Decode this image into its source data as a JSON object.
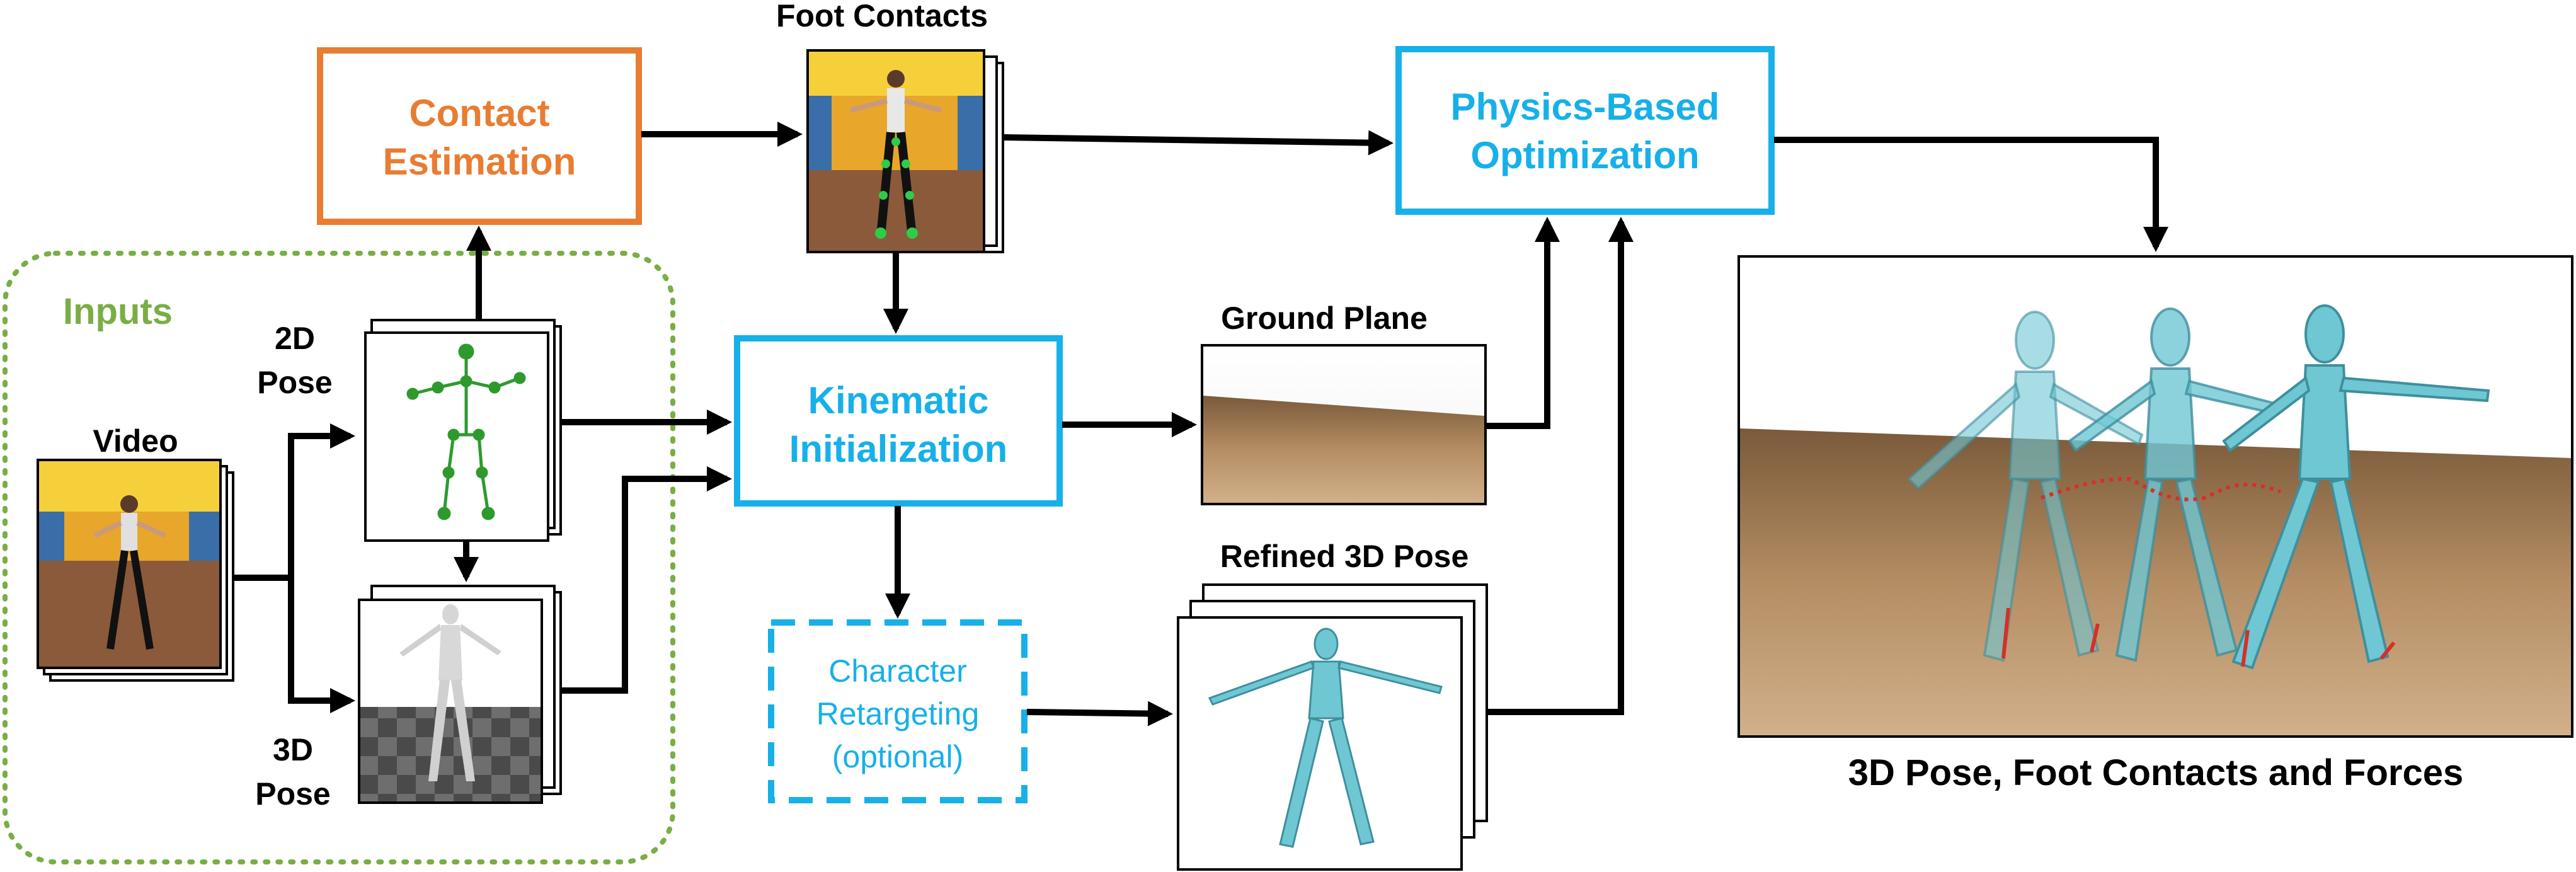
{
  "colors": {
    "orange": "#E87D32",
    "blue": "#17B0E8",
    "green": "#7AAE45",
    "arrow": "#000000",
    "figure": "#6FC7D4",
    "contact": "#D4302A",
    "pose2d": "#2E9A2E"
  },
  "nodes": {
    "contact_estimation": [
      "Contact",
      "Estimation"
    ],
    "physics_optimization": [
      "Physics-Based",
      "Optimization"
    ],
    "kinematic_init": [
      "Kinematic",
      "Initialization"
    ],
    "character_retargeting": [
      "Character",
      "Retargeting",
      "(optional)"
    ]
  },
  "inputs": {
    "group_title": "Inputs",
    "video": "Video",
    "pose2d": [
      "2D",
      "Pose"
    ],
    "pose3d": [
      "3D",
      "Pose"
    ]
  },
  "thumbnails": {
    "foot_contacts": "Foot Contacts",
    "ground_plane": "Ground Plane",
    "refined_3d_pose": "Refined 3D Pose"
  },
  "output": {
    "caption": "3D Pose, Foot Contacts and Forces"
  },
  "icons": {
    "video_frames": "dancer-photo",
    "pose2d_frames": "2d-skeleton",
    "pose3d_frames": "3d-body-mesh",
    "foot_contacts_frames": "dancer-with-contact-points",
    "ground_plane_image": "wooden-floor",
    "refined_frames": "mannequin-figure",
    "output_image": "mannequin-sequence-on-floor"
  }
}
